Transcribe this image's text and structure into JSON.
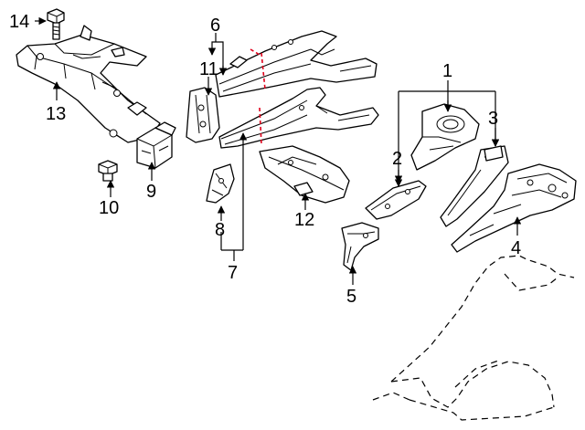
{
  "callouts": {
    "c1": "1",
    "c2": "2",
    "c3": "3",
    "c4": "4",
    "c5": "5",
    "c6": "6",
    "c7": "7",
    "c8": "8",
    "c9": "9",
    "c10": "10",
    "c11": "11",
    "c12": "12",
    "c13": "13",
    "c14": "14"
  },
  "colors": {
    "line": "#000000",
    "cut_mark": "#e0001b",
    "background": "#ffffff"
  }
}
